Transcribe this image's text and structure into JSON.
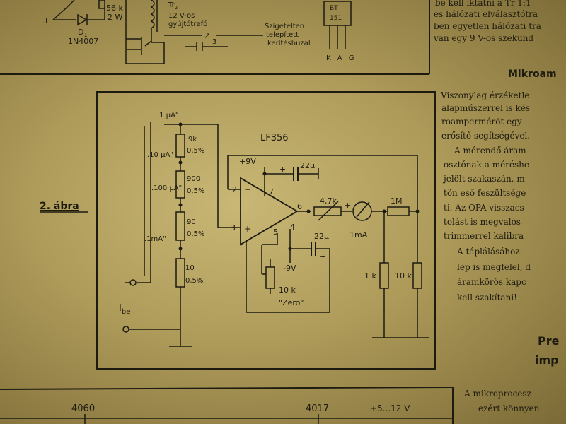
{
  "top_circuit": {
    "label_l": "L",
    "resistor": "56 k",
    "resistor_power": "2 W",
    "diode_ref": "D",
    "diode_sub": "1",
    "diode_part": "1N4007",
    "transformer_ref": "Tr",
    "transformer_sub": "2",
    "transformer_line1": "12 V-os",
    "transformer_line2": "gyújtótrafó",
    "insulated_line1": "Szigetelten",
    "insulated_line2": "telepített",
    "insulated_line3": "kerítéshuzal",
    "gap_label": "3",
    "thyristor_line1": "BT",
    "thyristor_line2": "151",
    "thyristor_pins": "K A G"
  },
  "figure": {
    "caption": "2. ábra",
    "opamp": "LF356",
    "ranges": [
      ".1 μA\"",
      ".10 μA\"",
      ".100 μA\"",
      ".1mA\""
    ],
    "ladder": [
      {
        "value": "9k",
        "tol": "0,5%"
      },
      {
        "value": "900",
        "tol": "0,5%"
      },
      {
        "value": "90",
        "tol": "0,5%"
      },
      {
        "value": "10",
        "tol": "0,5%"
      }
    ],
    "vplus": "+9V",
    "vminus": "-9V",
    "cap_top": "22μ",
    "cap_bottom": "22μ",
    "pin2": "2",
    "pin3": "3",
    "pin4": "4",
    "pin5": "5",
    "pin6": "6",
    "pin7": "7",
    "inv": "−",
    "noninv": "+",
    "pot": "4,7k",
    "meter": "1mA",
    "series_r": "1M",
    "r_1k": "1 k",
    "r_10k": "10 k",
    "zero_pot_value": "10 k",
    "zero_pot_label": "\"Zero\"",
    "input_label": "I",
    "input_sub": "be"
  },
  "right_column": {
    "top_lines": [
      "be kell iktatni a Tr  1:1",
      "es hálózati elválasztótra",
      "ben egyetlen hálózati tra",
      "van egy 9 V-os szekund"
    ],
    "heading": "Mikroam",
    "body_lines": [
      "Viszonylag érzéketle",
      "alapműszerrel is kés",
      "roamperméröt egy",
      "erősítő segítségével.",
      "A mérendő áram",
      "osztónak a méréshe",
      "jelölt szakaszán, m",
      "tön eső feszültsége",
      "ti. Az OPA visszacs",
      "tolást is megvalós",
      "trimmerrel kalibra",
      "A táplálásához",
      "lep is megfelel, d",
      "áramkörös kapc",
      "kell szakítani!"
    ],
    "heading2_line1": "Pre",
    "heading2_line2": "imp",
    "bottom_lines": [
      "A mikroprocesz",
      "ezért könnyen"
    ]
  },
  "bottom_circuit": {
    "chip1": "4060",
    "chip2": "4017",
    "supply": "+5...12 V"
  }
}
